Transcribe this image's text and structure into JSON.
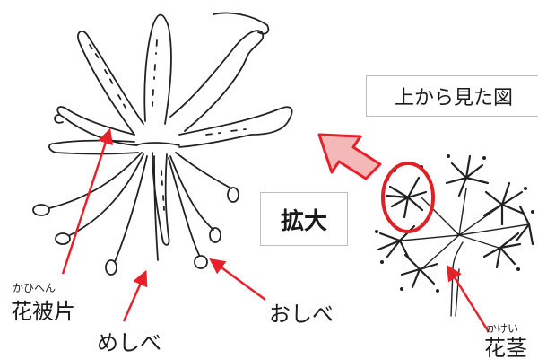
{
  "labels": {
    "kahenpen": {
      "ruby": "かひへん",
      "text": "花被片"
    },
    "meshibe": "めしべ",
    "oshibe": "おしべ",
    "kakei": {
      "ruby": "かけい",
      "text": "花茎"
    }
  },
  "boxes": {
    "top_view": "上から見た図",
    "enlarge": "拡大"
  },
  "colors": {
    "arrow_red": "#e8202a",
    "highlight_circle": "#e02025",
    "big_arrow_fill": "#f4b8b8",
    "big_arrow_stroke": "#e8202a",
    "line_art": "#222222",
    "box_border": "#bdbdbd"
  }
}
